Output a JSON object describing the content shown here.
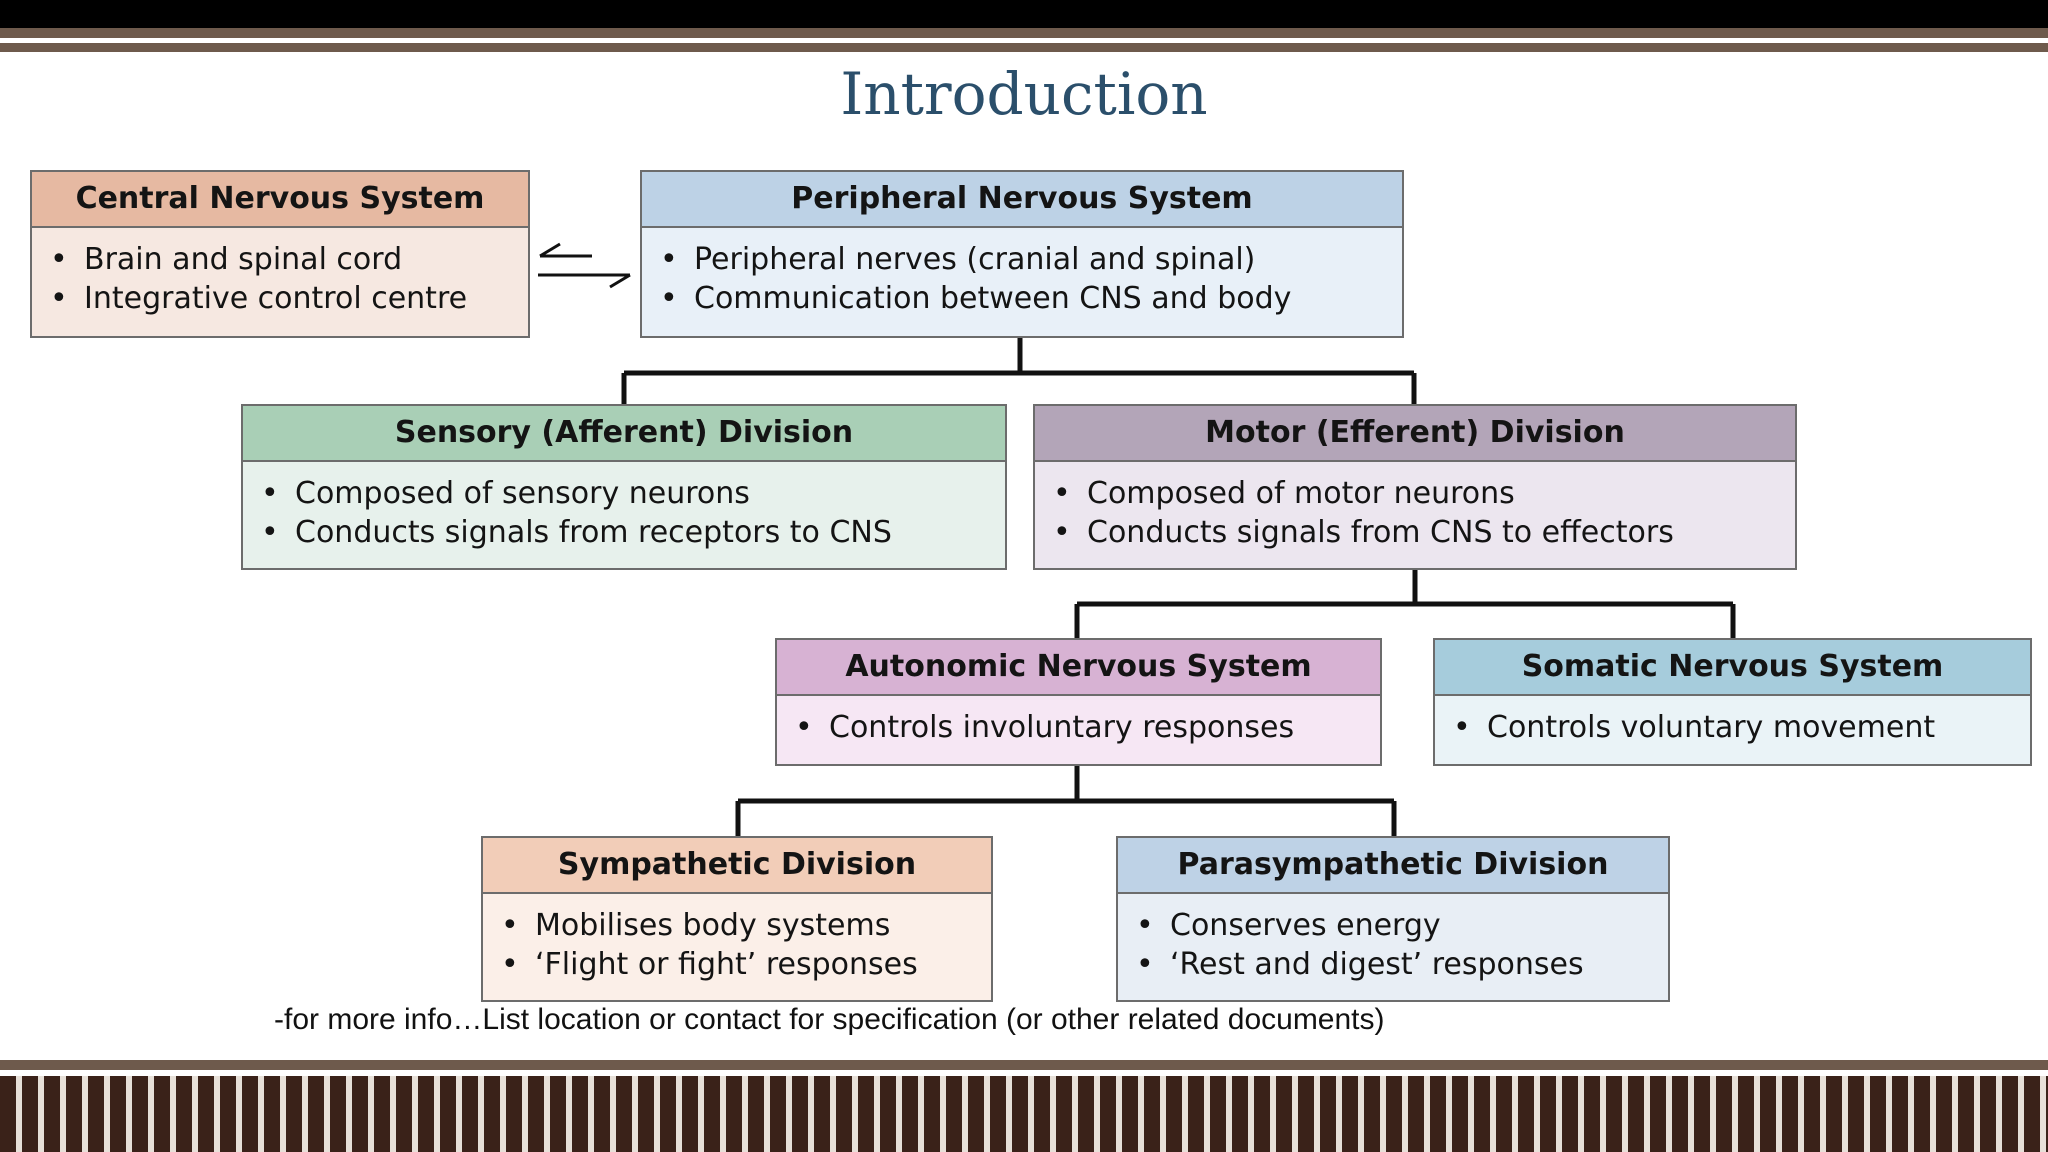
{
  "title": "Introduction",
  "boxes": {
    "cns": {
      "header": "Central Nervous System",
      "items": [
        "Brain and spinal cord",
        "Integrative control centre"
      ]
    },
    "pns": {
      "header": "Peripheral Nervous System",
      "items": [
        "Peripheral nerves (cranial and spinal)",
        "Communication between CNS and body"
      ]
    },
    "sensory": {
      "header": "Sensory (Afferent) Division",
      "items": [
        "Composed of sensory neurons",
        "Conducts signals from receptors to CNS"
      ]
    },
    "motor": {
      "header": "Motor (Efferent) Division",
      "items": [
        "Composed of motor neurons",
        "Conducts signals from CNS to effectors"
      ]
    },
    "autonomic": {
      "header": "Autonomic Nervous System",
      "items": [
        "Controls involuntary responses"
      ]
    },
    "somatic": {
      "header": "Somatic Nervous System",
      "items": [
        "Controls voluntary movement"
      ]
    },
    "sympathetic": {
      "header": "Sympathetic Division",
      "items": [
        "Mobilises body systems",
        "‘Flight or fight’ responses"
      ]
    },
    "parasympathetic": {
      "header": "Parasympathetic Division",
      "items": [
        "Conserves energy",
        "‘Rest and digest’ responses"
      ]
    }
  },
  "footnote": "-for more info…List location or contact for specification (or other related documents)",
  "colors": {
    "title": "#2b4f6b",
    "frame_brown": "#6e5a4c",
    "stripe_dark": "#3a2219"
  }
}
